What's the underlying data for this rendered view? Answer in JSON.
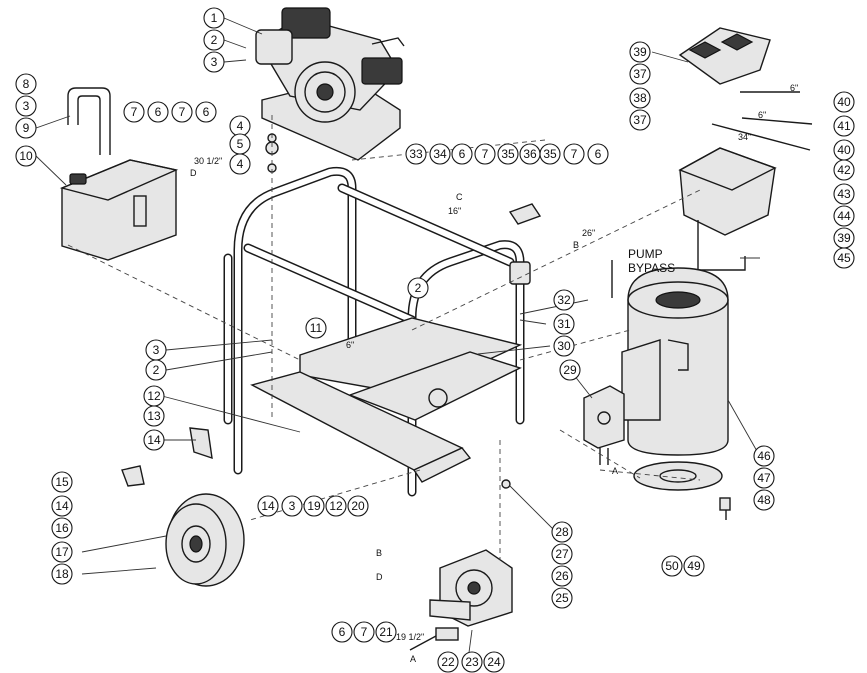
{
  "diagram": {
    "callouts": [
      "1",
      "2",
      "3",
      "8",
      "3",
      "9",
      "10",
      "7",
      "6",
      "7",
      "6",
      "4",
      "5",
      "4",
      "33",
      "34",
      "6",
      "7",
      "35",
      "36",
      "35",
      "7",
      "6",
      "39",
      "37",
      "38",
      "37",
      "40",
      "41",
      "40",
      "42",
      "43",
      "44",
      "39",
      "45",
      "2",
      "3",
      "2",
      "11",
      "31",
      "32",
      "30",
      "29",
      "46",
      "47",
      "48",
      "49",
      "50",
      "12",
      "13",
      "14",
      "15",
      "14",
      "16",
      "17",
      "18",
      "14",
      "3",
      "19",
      "12",
      "20",
      "28",
      "27",
      "26",
      "25",
      "6",
      "7",
      "21",
      "22",
      "23",
      "24"
    ],
    "annotations": {
      "pump_bypass_line1": "PUMP",
      "pump_bypass_line2": "BYPASS",
      "len_30_half": "30 1/2\"",
      "letter_d_top": "D",
      "letter_c_left": "C",
      "len_16": "16\"",
      "len_26": "26\"",
      "letter_b_right": "B",
      "len_6_top": "6\"",
      "len_6_mid": "6\"",
      "len_34": "34\"",
      "len_6_frame": "6\"",
      "letter_a_pump": "A",
      "letter_a_control": "A",
      "letter_b_pump": "B",
      "letter_d_pump": "D",
      "len_19_half": "19 1/2\""
    }
  }
}
